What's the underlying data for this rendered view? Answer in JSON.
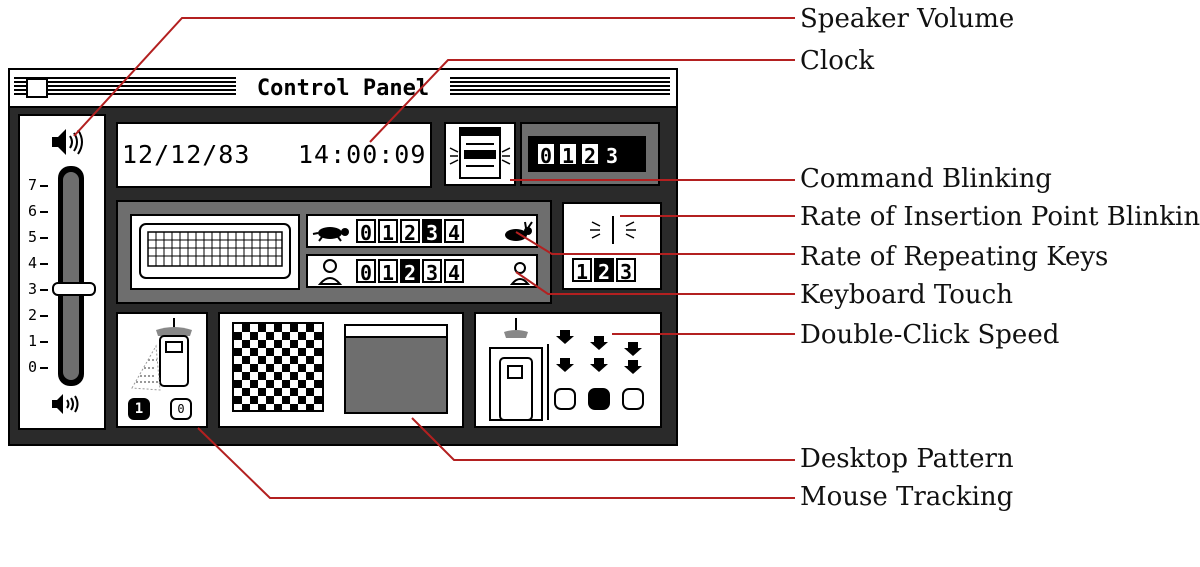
{
  "window": {
    "title": "Control Panel"
  },
  "clock": {
    "date": "12/12/83",
    "time": "14:00:09"
  },
  "command_blinking": {
    "options": [
      "0",
      "1",
      "2",
      "3"
    ],
    "selected_index": 3
  },
  "insertion_blinking": {
    "options": [
      "1",
      "2",
      "3"
    ],
    "selected_index": 1
  },
  "repeat_rate": {
    "options": [
      "0",
      "1",
      "2",
      "3",
      "4"
    ],
    "selected_index": 3
  },
  "keyboard_touch": {
    "options": [
      "0",
      "1",
      "2",
      "3",
      "4"
    ],
    "selected_index": 2
  },
  "volume": {
    "ticks": [
      "7",
      "6",
      "5",
      "4",
      "3",
      "2",
      "1",
      "0"
    ],
    "level": 3
  },
  "mouse_tracking": {
    "options": [
      "1",
      "0"
    ],
    "selected": "1"
  },
  "double_click": {
    "selected_index": 1
  },
  "callouts": {
    "speaker_volume": "Speaker Volume",
    "clock": "Clock",
    "command_blinking": "Command Blinking",
    "insertion_point": "Rate of Insertion Point Blinking",
    "repeating_keys": "Rate of Repeating Keys",
    "keyboard_touch": "Keyboard Touch",
    "double_click": "Double-Click Speed",
    "desktop_pattern": "Desktop Pattern",
    "mouse_tracking": "Mouse Tracking"
  },
  "colors": {
    "callout_line": "#b32020",
    "window": "#2a2a2a",
    "panel_gray": "#6e6e6e"
  }
}
